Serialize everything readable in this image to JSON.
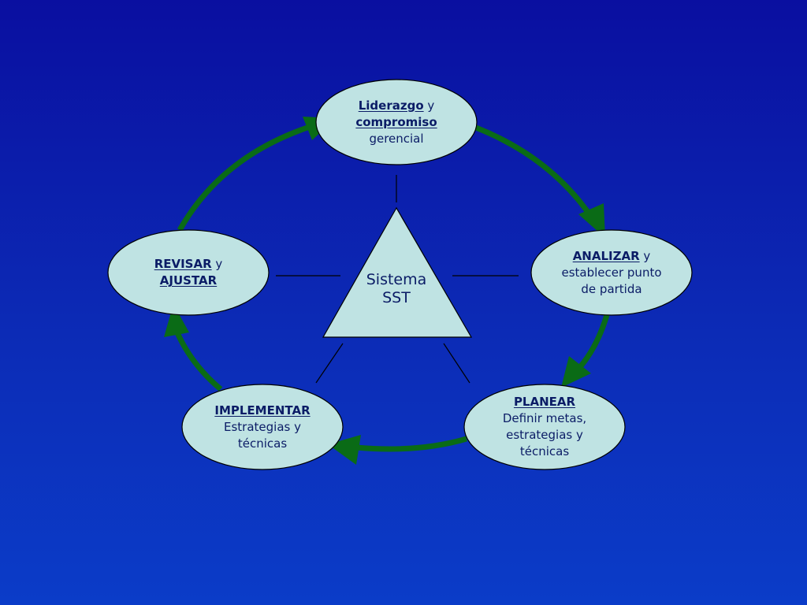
{
  "colors": {
    "node_fill": "#bfe3e3",
    "node_stroke": "#000000",
    "arrow": "#0a6b16",
    "text": "#0b1c66",
    "connector": "#000000"
  },
  "center": {
    "line1": "Sistema",
    "line2": "SST"
  },
  "nodes": {
    "liderazgo": {
      "bold1": "Liderazgo",
      "text1": " y",
      "bold2": "compromiso",
      "line3": "gerencial"
    },
    "analizar": {
      "bold1": "ANALIZAR",
      "text1": " y",
      "line2": "establecer punto",
      "line3": "de partida"
    },
    "planear": {
      "bold1": "PLANEAR",
      "line2": "Definir metas,",
      "line3": "estrategias y",
      "line4": "técnicas"
    },
    "implementar": {
      "bold1": "IMPLEMENTAR",
      "line2": "Estrategias y",
      "line3": "técnicas"
    },
    "revisar": {
      "bold1": "REVISAR",
      "text1": " y",
      "bold2": "AJUSTAR"
    }
  }
}
